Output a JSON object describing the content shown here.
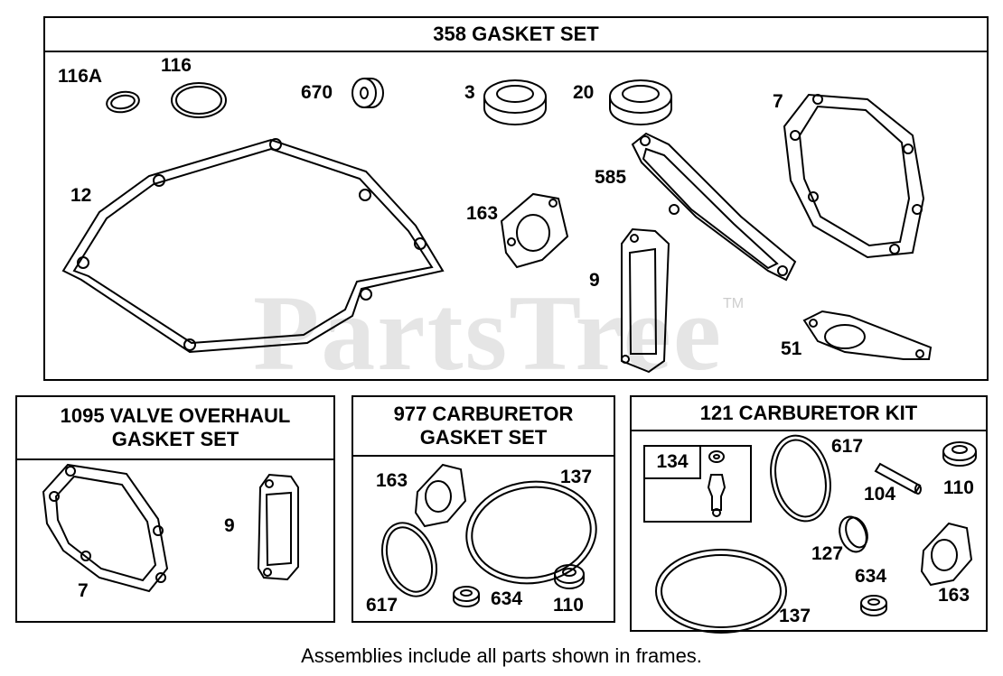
{
  "watermark": {
    "text": "PartsTree",
    "tm": "TM"
  },
  "frames": {
    "gasket_set": {
      "title": "358 GASKET SET"
    },
    "valve_overhaul": {
      "title_line1": "1095 VALVE OVERHAUL",
      "title_line2": "GASKET SET"
    },
    "carb_gasket": {
      "title_line1": "977 CARBURETOR",
      "title_line2": "GASKET SET"
    },
    "carb_kit": {
      "title": "121 CARBURETOR KIT",
      "subkit_label": "134"
    }
  },
  "labels": {
    "gasket_set": [
      "116A",
      "116",
      "670",
      "3",
      "20",
      "7",
      "12",
      "163",
      "585",
      "9",
      "51"
    ],
    "valve_overhaul": [
      "9",
      "7"
    ],
    "carb_gasket": [
      "163",
      "137",
      "617",
      "634",
      "110"
    ],
    "carb_kit": [
      "617",
      "104",
      "110",
      "127",
      "634",
      "163",
      "137"
    ]
  },
  "footnote": "Assemblies include all parts shown in frames."
}
